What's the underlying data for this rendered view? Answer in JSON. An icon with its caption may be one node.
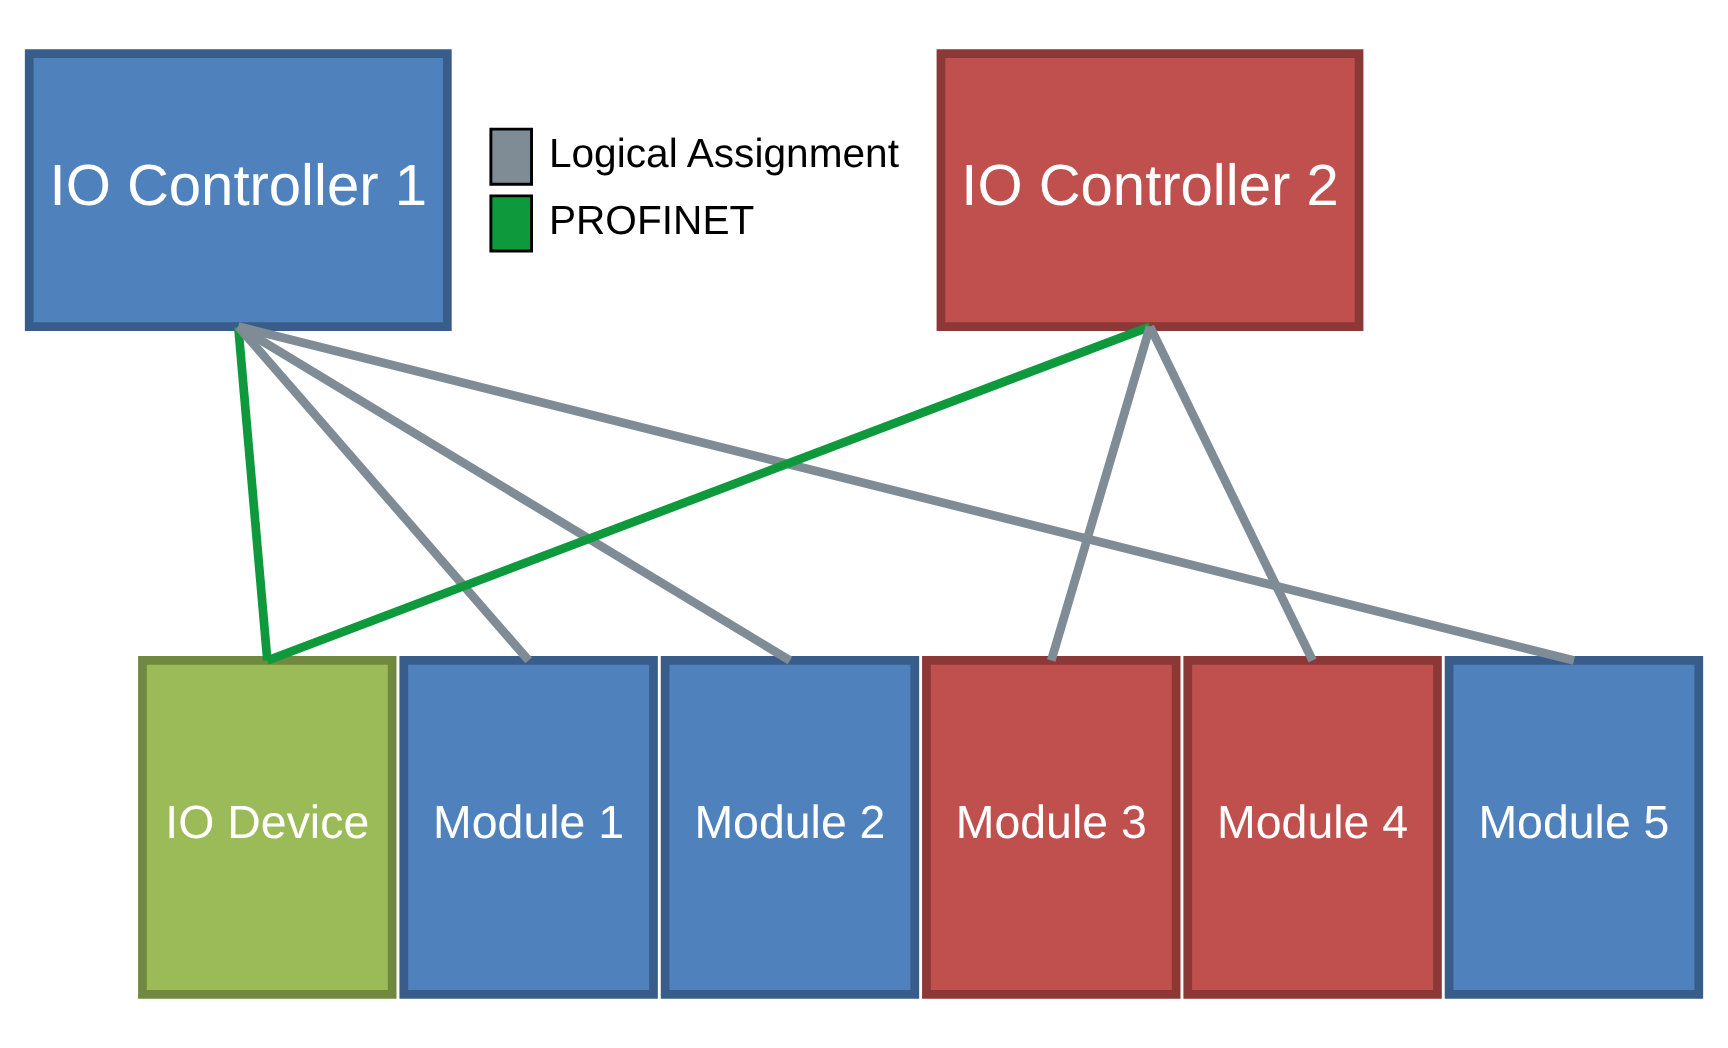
{
  "diagram": {
    "nodes": [
      {
        "text": [
          "IO Controller 1"
        ]
      },
      {
        "text": [
          "IO Controller 2"
        ]
      },
      {
        "text": [
          "IO Device"
        ]
      },
      {
        "text": [
          "Module 1"
        ]
      },
      {
        "text": [
          "Module 2"
        ]
      },
      {
        "text": [
          "Module 3"
        ]
      },
      {
        "text": [
          "Module 4"
        ]
      },
      {
        "text": [
          "Module 5"
        ]
      }
    ],
    "edges": [
      {
        "from": 0,
        "to": 2,
        "arrow": "none",
        "color": "#0e9a3c"
      },
      {
        "from": 1,
        "to": 2,
        "arrow": "none",
        "color": "#0e9a3c"
      },
      {
        "from": 0,
        "to": 3,
        "arrow": "none"
      },
      {
        "from": 0,
        "to": 4,
        "arrow": "none"
      },
      {
        "from": 0,
        "to": 7,
        "arrow": "none"
      },
      {
        "from": 1,
        "to": 5,
        "arrow": "none"
      },
      {
        "from": 1,
        "to": 6,
        "arrow": "none"
      }
    ],
    "legend": [
      {
        "text": "Logical Assignment",
        "color": "#7f8c95"
      },
      {
        "text": "PROFINET",
        "color": "#0e9a3c"
      }
    ]
  }
}
